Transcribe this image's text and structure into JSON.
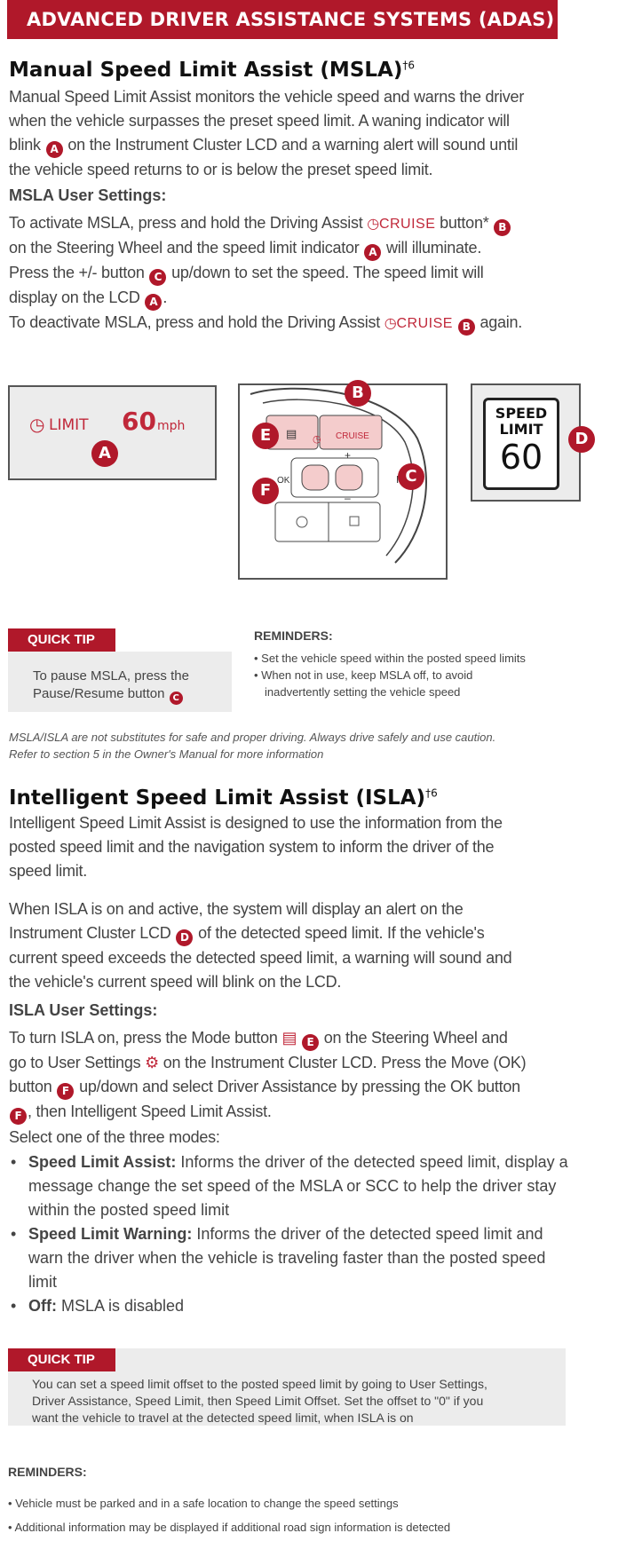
{
  "banner": "ADVANCED DRIVER ASSISTANCE SYSTEMS (ADAS)",
  "msla": {
    "title": "Manual Speed Limit Assist (MSLA)",
    "title_sup": "†6",
    "intro_1": "Manual Speed Limit Assist monitors the vehicle speed and warns the driver",
    "intro_2": "when the vehicle surpasses the preset speed limit. A waning indicator will",
    "intro_3a": "blink",
    "intro_3b": "on the Instrument Cluster LCD and a warning alert will sound until",
    "intro_4": "the vehicle speed returns to or is below the preset speed limit.",
    "settings_heading": "MSLA User Settings:",
    "act_1a": "To activate MSLA, press and hold the Driving Assist",
    "act_1b": "button*",
    "act_2a": "on the Steering Wheel and the speed limit indicator",
    "act_2b": "will illuminate.",
    "press_1a": "Press the +/- button",
    "press_1b": "up/down to set the speed. The speed limit will",
    "press_2a": "display on the LCD",
    "press_2b": ".",
    "deact_a": "To deactivate MSLA, press and hold the Driving Assist",
    "deact_b": "again.",
    "cruise_label": "CRUISE"
  },
  "callouts": {
    "a": "A",
    "b": "B",
    "c": "C",
    "d": "D",
    "e": "E",
    "f": "F"
  },
  "lcd": {
    "label": "LIMIT",
    "speed": "60",
    "unit": "mph"
  },
  "wheel": {
    "cruise": "CRUISE",
    "ok": "OK",
    "plus": "+",
    "minus": "–"
  },
  "sign": {
    "line1": "SPEED",
    "line2": "LIMIT",
    "value": "60"
  },
  "quick_tip_1": {
    "tag": "QUICK TIP",
    "line1": "To pause MSLA, press the",
    "line2": "Pause/Resume button"
  },
  "reminders_1": {
    "heading": "REMINDERS:",
    "item1": "• Set the vehicle speed within the posted speed limits",
    "item2a": "• When not in use, keep MSLA off, to avoid",
    "item2b": "inadvertently setting the vehicle speed"
  },
  "disclaimer_1": "MSLA/ISLA are not substitutes for safe and proper driving. Always drive safely and use caution.",
  "disclaimer_2": "Refer to  section 5 in the Owner's Manual for more information",
  "isla": {
    "title": "Intelligent Speed Limit Assist (ISLA)",
    "title_sup": "†6",
    "intro_1": "Intelligent Speed Limit Assist is designed to use the information from the",
    "intro_2": "posted speed limit and the navigation system to inform the driver of the",
    "intro_3": "speed limit.",
    "active_1": "When ISLA is on and active, the system will display an alert on the",
    "active_2a": "Instrument Cluster LCD",
    "active_2b": "of the detected speed limit. If the vehicle's",
    "active_3": "current speed exceeds the detected speed limit, a warning will sound and",
    "active_4": "the vehicle's current speed will blink on the LCD.",
    "settings_heading": "ISLA User Settings:",
    "turn_1a": "To turn ISLA on, press the Mode button",
    "turn_1b": "on the Steering Wheel and",
    "turn_2a": "go to User Settings",
    "turn_2b": "on the Instrument Cluster LCD. Press the Move (OK)",
    "turn_3a": "button",
    "turn_3b": "up/down and select Driver Assistance by pressing the OK button",
    "turn_4b": ", then Intelligent Speed Limit Assist.",
    "select": "Select one of the three modes:",
    "modes": [
      {
        "name": "Speed Limit Assist:",
        "text": " Informs the driver of the detected speed limit, display a message change the set speed of the MSLA or SCC to help the driver stay within the posted speed limit"
      },
      {
        "name": "Speed Limit Warning:",
        "text": " Informs the driver of the detected speed limit and warn the driver when the vehicle is traveling faster than the posted speed limit"
      },
      {
        "name": "Off:",
        "text": " MSLA is disabled"
      }
    ]
  },
  "quick_tip_2": {
    "tag": "QUICK TIP",
    "line1": "You can set a speed limit offset to the posted speed limit by going to User Settings,",
    "line2": "Driver Assistance, Speed Limit, then Speed Limit Offset. Set the offset to \"0\" if you",
    "line3": "want the vehicle to travel at the detected speed limit, when ISLA is on"
  },
  "reminders_2": {
    "heading": "REMINDERS:",
    "item1": "• Vehicle must be parked and in a safe location to change the speed settings",
    "item2": "• Additional information may be displayed if additional road sign information is detected"
  }
}
